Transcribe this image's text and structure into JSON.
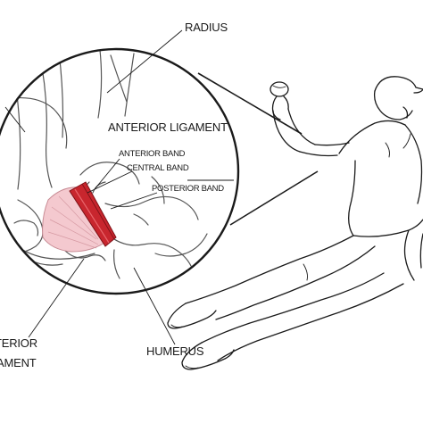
{
  "labels": {
    "radius": "RADIUS",
    "anterior_ligament": "ANTERIOR LIGAMENT",
    "anterior_band": "ANTERIOR BAND",
    "central_band": "CENTRAL BAND",
    "posterior_band": "POSTERIOR BAND",
    "humerus": "HUMERUS",
    "posterior_ligament_line1": "TERIOR",
    "posterior_ligament_line2": "AMENT"
  },
  "colors": {
    "line": "#1a1a1a",
    "bone_line": "#555555",
    "ligament_fill": "#f4c9cf",
    "band_fill": "#c8262e",
    "band_dark": "#7d1217"
  }
}
